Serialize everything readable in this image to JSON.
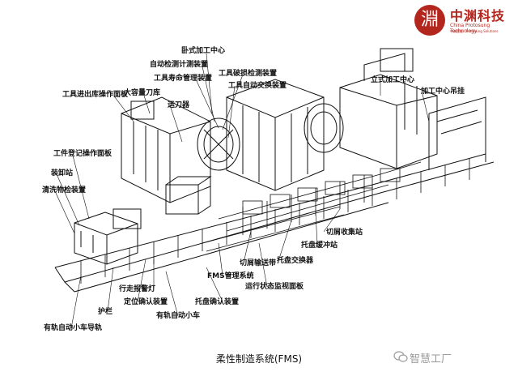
{
  "logo": {
    "mark": "淵",
    "name_cn": "中渊科技",
    "name_en": "China Protosung Technology",
    "tagline": "中渊智能 · Protosung Solutions"
  },
  "labels": {
    "horizontal_mc": "卧式加工中心",
    "auto_measure": "自动检测计测装置",
    "tool_life": "工具寿命管理装置",
    "tool_magazine_measure": "工具破损检测装置",
    "tool_auto_exchange": "工具自动交换装置",
    "vertical_mc": "立式加工中心",
    "mc_hanger": "加工中心吊挂",
    "tool_io_panel": "工具进出库操作面板",
    "big_tool_magazine": "大容量刀库",
    "tool_transfer": "运刀器",
    "workpiece_register_panel": "工件登记操作面板",
    "loading_station": "装卸站",
    "cleaning_device": "清洗物检装置",
    "chip_station": "切屑收集站",
    "pallet_buffer": "托盘缓冲站",
    "pallet_exchanger": "托盘交换器",
    "chip_conveyor": "切屑输送带",
    "fms_mgmt": "FMS管理系统",
    "running_monitor": "运行状态监视面板",
    "travel_alarm": "行走报警灯",
    "position_confirm": "定位确认装置",
    "pallet_confirm": "托盘确认装置",
    "rail_agv": "有轨自动小车",
    "guard": "护栏",
    "agv_guide": "有轨自动小车导轨"
  },
  "caption": "柔性制造系统(FMS)",
  "watermark": "智慧工厂"
}
